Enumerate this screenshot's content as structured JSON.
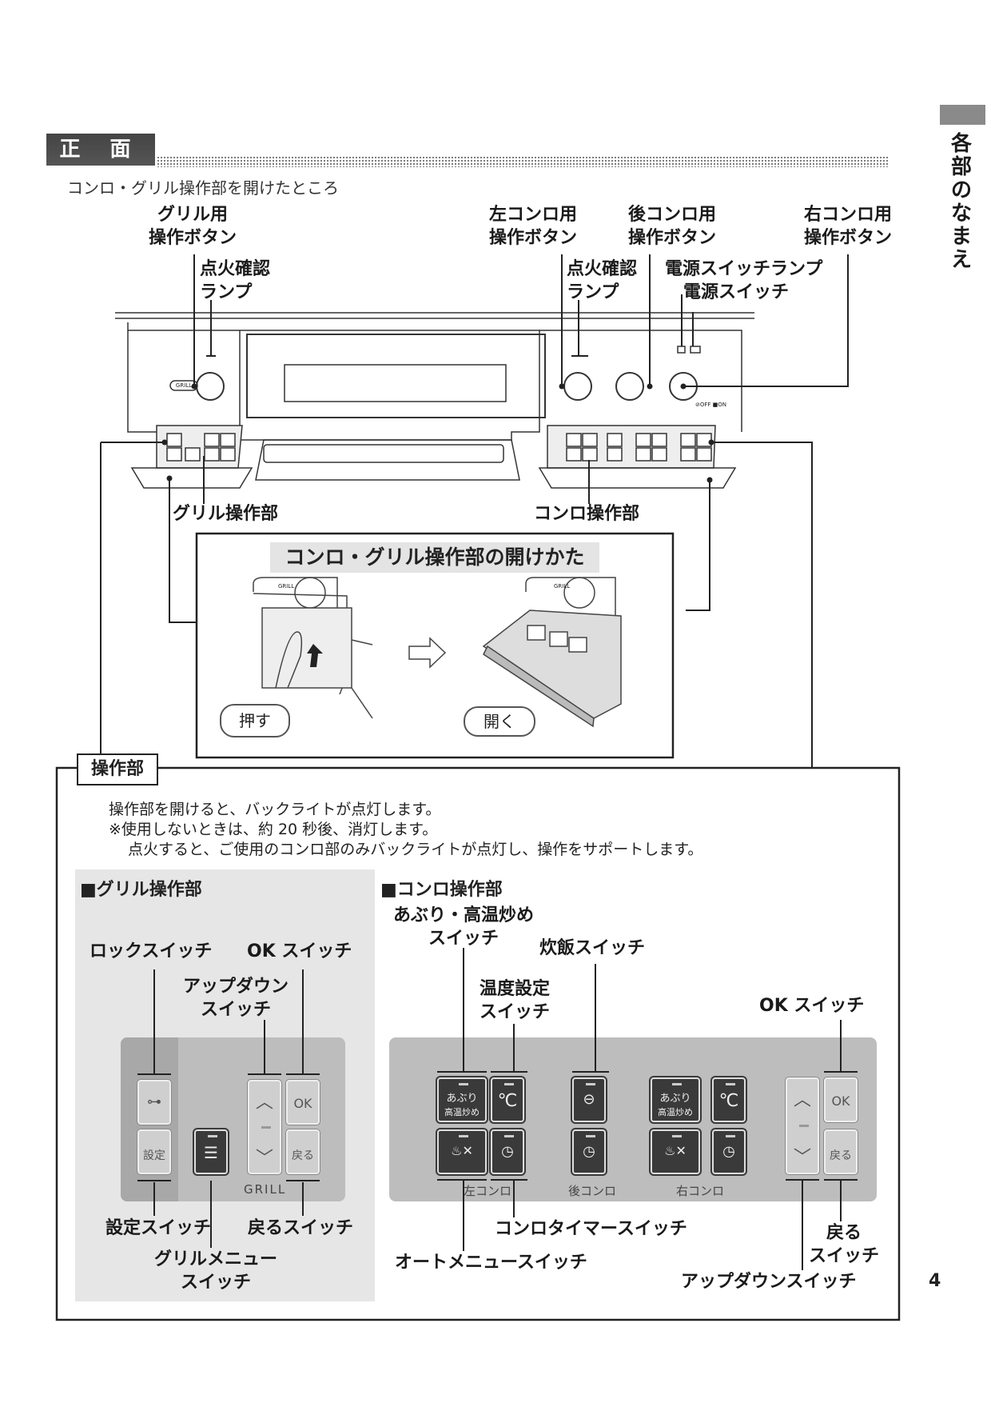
{
  "side": {
    "chars": [
      "各",
      "部",
      "の",
      "な",
      "ま",
      "え"
    ]
  },
  "page_number": "4",
  "section": {
    "title": "正 面",
    "subtitle": "コンロ・グリル操作部を開けたところ"
  },
  "labels": {
    "grill_button": [
      "グリル用",
      "操作ボタン"
    ],
    "left_button": [
      "左コンロ用",
      "操作ボタン"
    ],
    "rear_button": [
      "後コンロ用",
      "操作ボタン"
    ],
    "right_button": [
      "右コンロ用",
      "操作ボタン"
    ],
    "ignition_lamp_left": [
      "点火確認",
      "ランプ"
    ],
    "ignition_lamp_right": [
      "点火確認",
      "ランプ"
    ],
    "power_lamp": "電源スイッチランプ",
    "power_switch": "電源スイッチ",
    "grill_panel": "グリル操作部",
    "stove_panel": "コンロ操作部"
  },
  "howto": {
    "title": "コンロ・グリル操作部の開けかた",
    "push": "押す",
    "open": "開く",
    "grill_badge": "GRILL"
  },
  "front": {
    "grill_badge": "GRILL",
    "power_text": "⊘OFF ■ON"
  },
  "ops": {
    "tag": "操作部",
    "line1": "操作部を開けると、バックライトが点灯します。",
    "line2": "※使用しないときは、約 20 秒後、消灯します。",
    "line3": "点火すると、ご使用のコンロ部のみバックライトが点灯し、操作をサポートします。"
  },
  "grill": {
    "heading": "■グリル操作部",
    "lock": "ロックスイッチ",
    "ok": "OK スイッチ",
    "updown": [
      "アップダウン",
      "スイッチ"
    ],
    "setting": "設定スイッチ",
    "back": "戻るスイッチ",
    "menu": [
      "グリルメニュー",
      "スイッチ"
    ],
    "keys": {
      "setting": "設定",
      "ok": "OK",
      "back": "戻る",
      "zone": "GRILL"
    }
  },
  "stove": {
    "heading": "■コンロ操作部",
    "aburi": [
      "あぶり・高温炒め",
      "スイッチ"
    ],
    "rice": "炊飯スイッチ",
    "temp": [
      "温度設定",
      "スイッチ"
    ],
    "ok": "OK スイッチ",
    "auto": "オートメニュースイッチ",
    "timer": "コンロタイマースイッチ",
    "back": [
      "戻る",
      "スイッチ"
    ],
    "updown": "アップダウンスイッチ",
    "keys": {
      "aburi": [
        "あぶり",
        "高温炒め"
      ],
      "celsius": "℃",
      "ok": "OK",
      "back": "戻る"
    },
    "zones": {
      "left": "左コンロ",
      "rear": "後コンロ",
      "right": "右コンロ"
    }
  }
}
